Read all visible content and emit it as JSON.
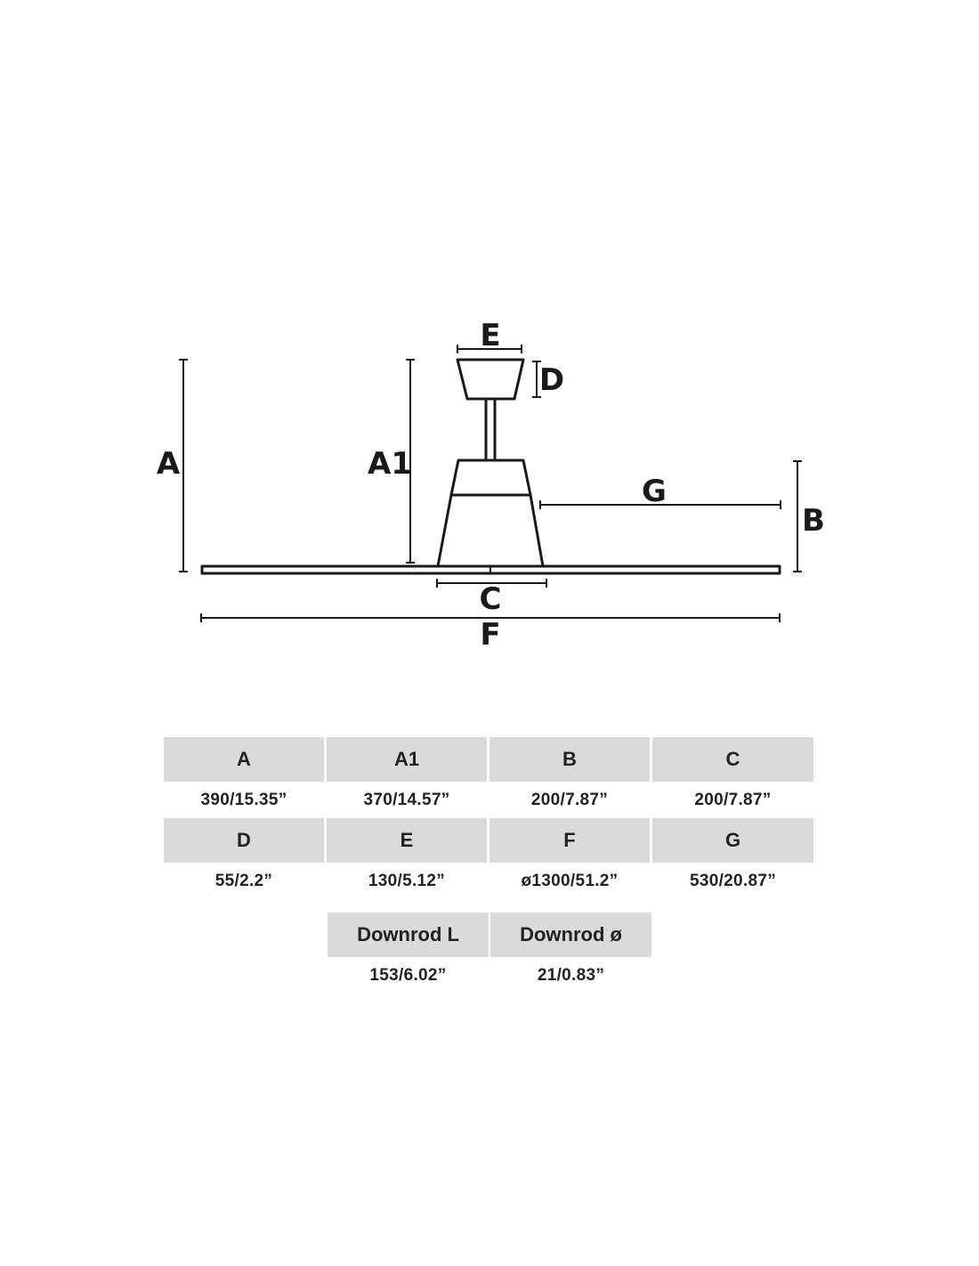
{
  "diagram": {
    "labels": {
      "A": "A",
      "A1": "A1",
      "B": "B",
      "C": "C",
      "D": "D",
      "E": "E",
      "F": "F",
      "G": "G"
    }
  },
  "table": {
    "row1": [
      {
        "key": "A",
        "value": "390/15.35”"
      },
      {
        "key": "A1",
        "value": "370/14.57”"
      },
      {
        "key": "B",
        "value": "200/7.87”"
      },
      {
        "key": "C",
        "value": "200/7.87”"
      }
    ],
    "row2": [
      {
        "key": "D",
        "value": "55/2.2”"
      },
      {
        "key": "E",
        "value": "130/5.12”"
      },
      {
        "key": "F",
        "value": "ø1300/51.2”"
      },
      {
        "key": "G",
        "value": "530/20.87”"
      }
    ],
    "row3": [
      {
        "key": "Downrod L",
        "value": "153/6.02”"
      },
      {
        "key": "Downrod ø",
        "value": "21/0.83”"
      }
    ]
  }
}
